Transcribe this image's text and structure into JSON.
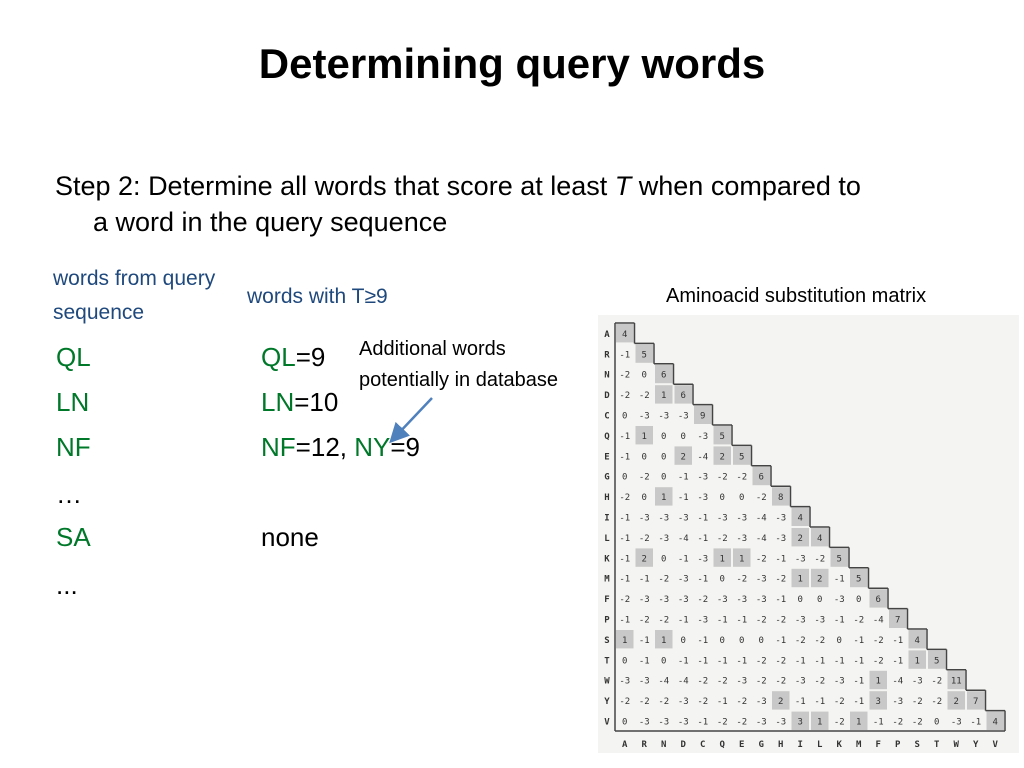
{
  "title": "Determining query words",
  "step": {
    "prefix": "Step 2: Determine all words that score at least ",
    "variable": "T",
    "suffix": " when compared to a word in the query sequence"
  },
  "headers": {
    "query": "words from query sequence",
    "threshold": "words with T≥9"
  },
  "rows": [
    {
      "query": "QL",
      "match": [
        {
          "word": "QL",
          "score": "=9"
        }
      ]
    },
    {
      "query": "LN",
      "match": [
        {
          "word": "LN",
          "score": "=10"
        }
      ]
    },
    {
      "query": "NF",
      "match": [
        {
          "word": "NF",
          "score": "=12, "
        },
        {
          "word": "NY",
          "score": "=9"
        }
      ]
    },
    {
      "query": "…",
      "match": []
    },
    {
      "query": "SA",
      "match": [],
      "none": "none"
    },
    {
      "query": "...",
      "match": []
    }
  ],
  "annotation": "Additional words potentially in database",
  "matrix": {
    "label": "Aminoacid substitution matrix",
    "amino_acids": [
      "A",
      "R",
      "N",
      "D",
      "C",
      "Q",
      "E",
      "G",
      "H",
      "I",
      "L",
      "K",
      "M",
      "F",
      "P",
      "S",
      "T",
      "W",
      "Y",
      "V"
    ],
    "rows": [
      [
        4
      ],
      [
        -1,
        5
      ],
      [
        -2,
        0,
        6
      ],
      [
        -2,
        -2,
        1,
        6
      ],
      [
        0,
        -3,
        -3,
        -3,
        9
      ],
      [
        -1,
        1,
        0,
        0,
        -3,
        5
      ],
      [
        -1,
        0,
        0,
        2,
        -4,
        2,
        5
      ],
      [
        0,
        -2,
        0,
        -1,
        -3,
        -2,
        -2,
        6
      ],
      [
        -2,
        0,
        1,
        -1,
        -3,
        0,
        0,
        -2,
        8
      ],
      [
        -1,
        -3,
        -3,
        -3,
        -1,
        -3,
        -3,
        -4,
        -3,
        4
      ],
      [
        -1,
        -2,
        -3,
        -4,
        -1,
        -2,
        -3,
        -4,
        -3,
        2,
        4
      ],
      [
        -1,
        2,
        0,
        -1,
        -3,
        1,
        1,
        -2,
        -1,
        -3,
        -2,
        5
      ],
      [
        -1,
        -1,
        -2,
        -3,
        -1,
        0,
        -2,
        -3,
        -2,
        1,
        2,
        -1,
        5
      ],
      [
        -2,
        -3,
        -3,
        -3,
        -2,
        -3,
        -3,
        -3,
        -1,
        0,
        0,
        -3,
        0,
        6
      ],
      [
        -1,
        -2,
        -2,
        -1,
        -3,
        -1,
        -1,
        -2,
        -2,
        -3,
        -3,
        -1,
        -2,
        -4,
        7
      ],
      [
        1,
        -1,
        1,
        0,
        -1,
        0,
        0,
        0,
        -1,
        -2,
        -2,
        0,
        -1,
        -2,
        -1,
        4
      ],
      [
        0,
        -1,
        0,
        -1,
        -1,
        -1,
        -1,
        -2,
        -2,
        -1,
        -1,
        -1,
        -1,
        -2,
        -1,
        1,
        5
      ],
      [
        -3,
        -3,
        -4,
        -4,
        -2,
        -2,
        -3,
        -2,
        -2,
        -3,
        -2,
        -3,
        -1,
        1,
        -4,
        -3,
        -2,
        11
      ],
      [
        -2,
        -2,
        -2,
        -3,
        -2,
        -1,
        -2,
        -3,
        2,
        -1,
        -1,
        -2,
        -1,
        3,
        -3,
        -2,
        -2,
        2,
        7
      ],
      [
        0,
        -3,
        -3,
        -3,
        -1,
        -2,
        -2,
        -3,
        -3,
        3,
        1,
        -2,
        1,
        -1,
        -2,
        -2,
        0,
        -3,
        -1,
        4
      ]
    ]
  }
}
